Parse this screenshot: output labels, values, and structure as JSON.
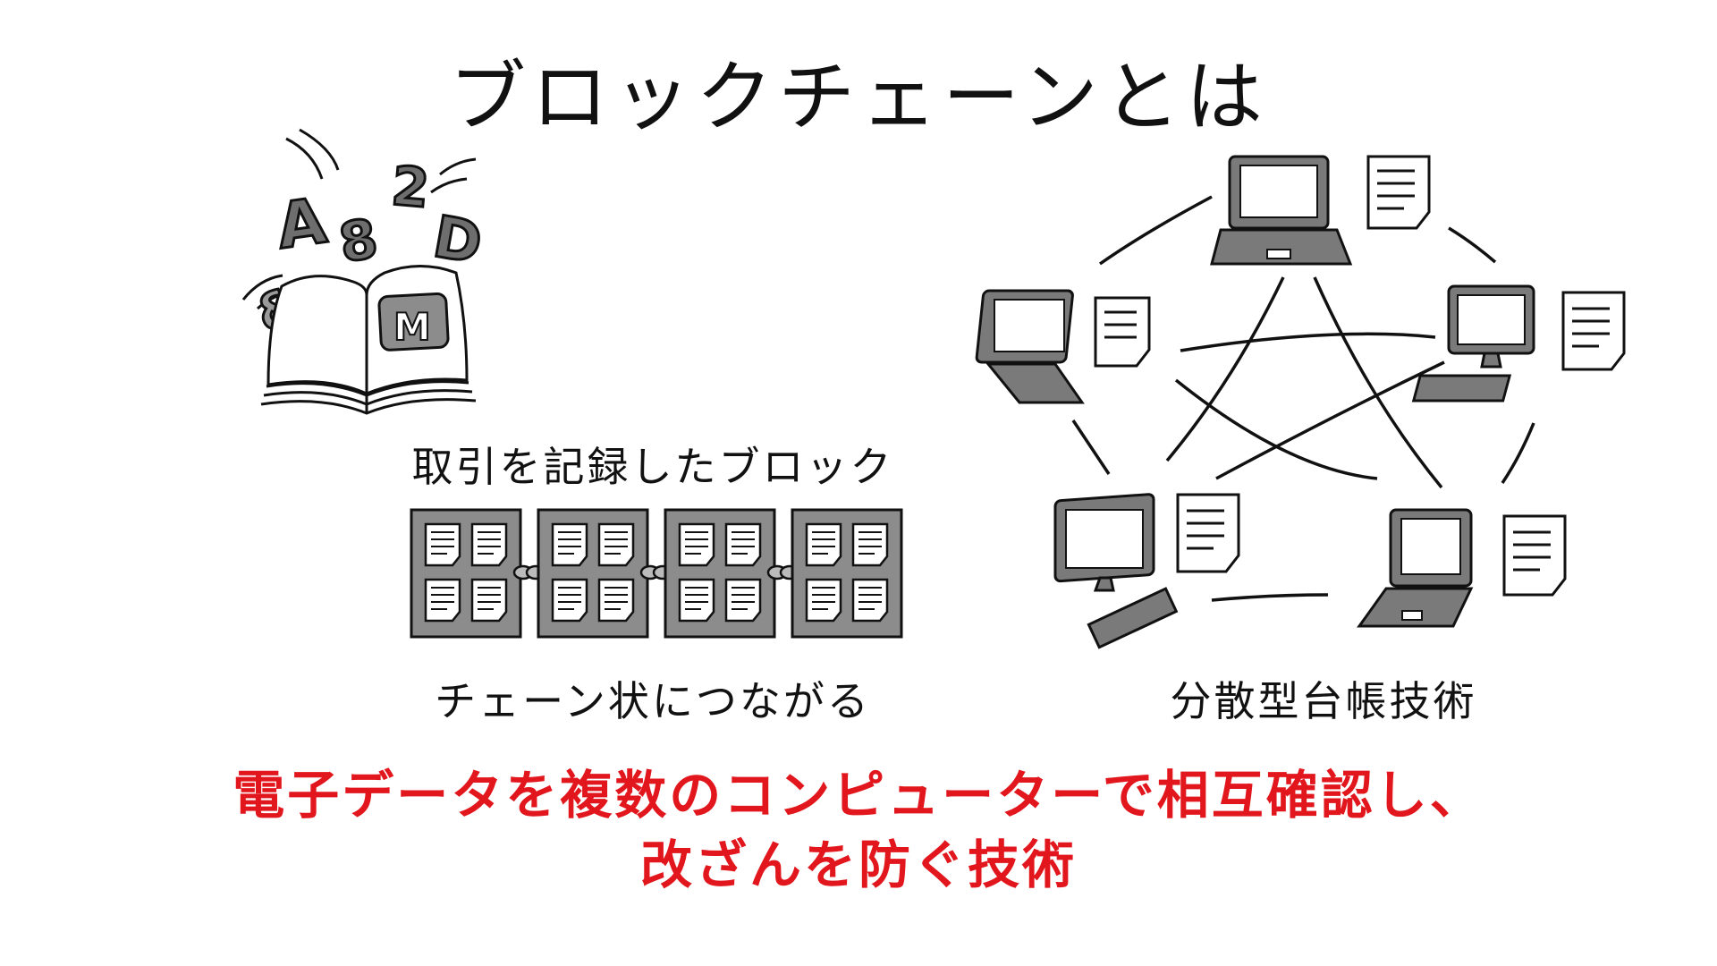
{
  "title": "ブロックチェーンとは",
  "left": {
    "book_letters": [
      "A",
      "8",
      "2",
      "D",
      "&",
      "M"
    ],
    "block_label": "取引を記録したブロック",
    "chain_label": "チェーン状につながる"
  },
  "right": {
    "network_label": "分散型台帳技術"
  },
  "caption": {
    "line1": "電子データを複数のコンピューターで相互確認し、",
    "line2": "改ざんを防ぐ技術"
  },
  "colors": {
    "caption": "#e2161d",
    "block_fill": "#8c8c8c",
    "device_fill": "#7a7a7a",
    "ink": "#111111"
  }
}
